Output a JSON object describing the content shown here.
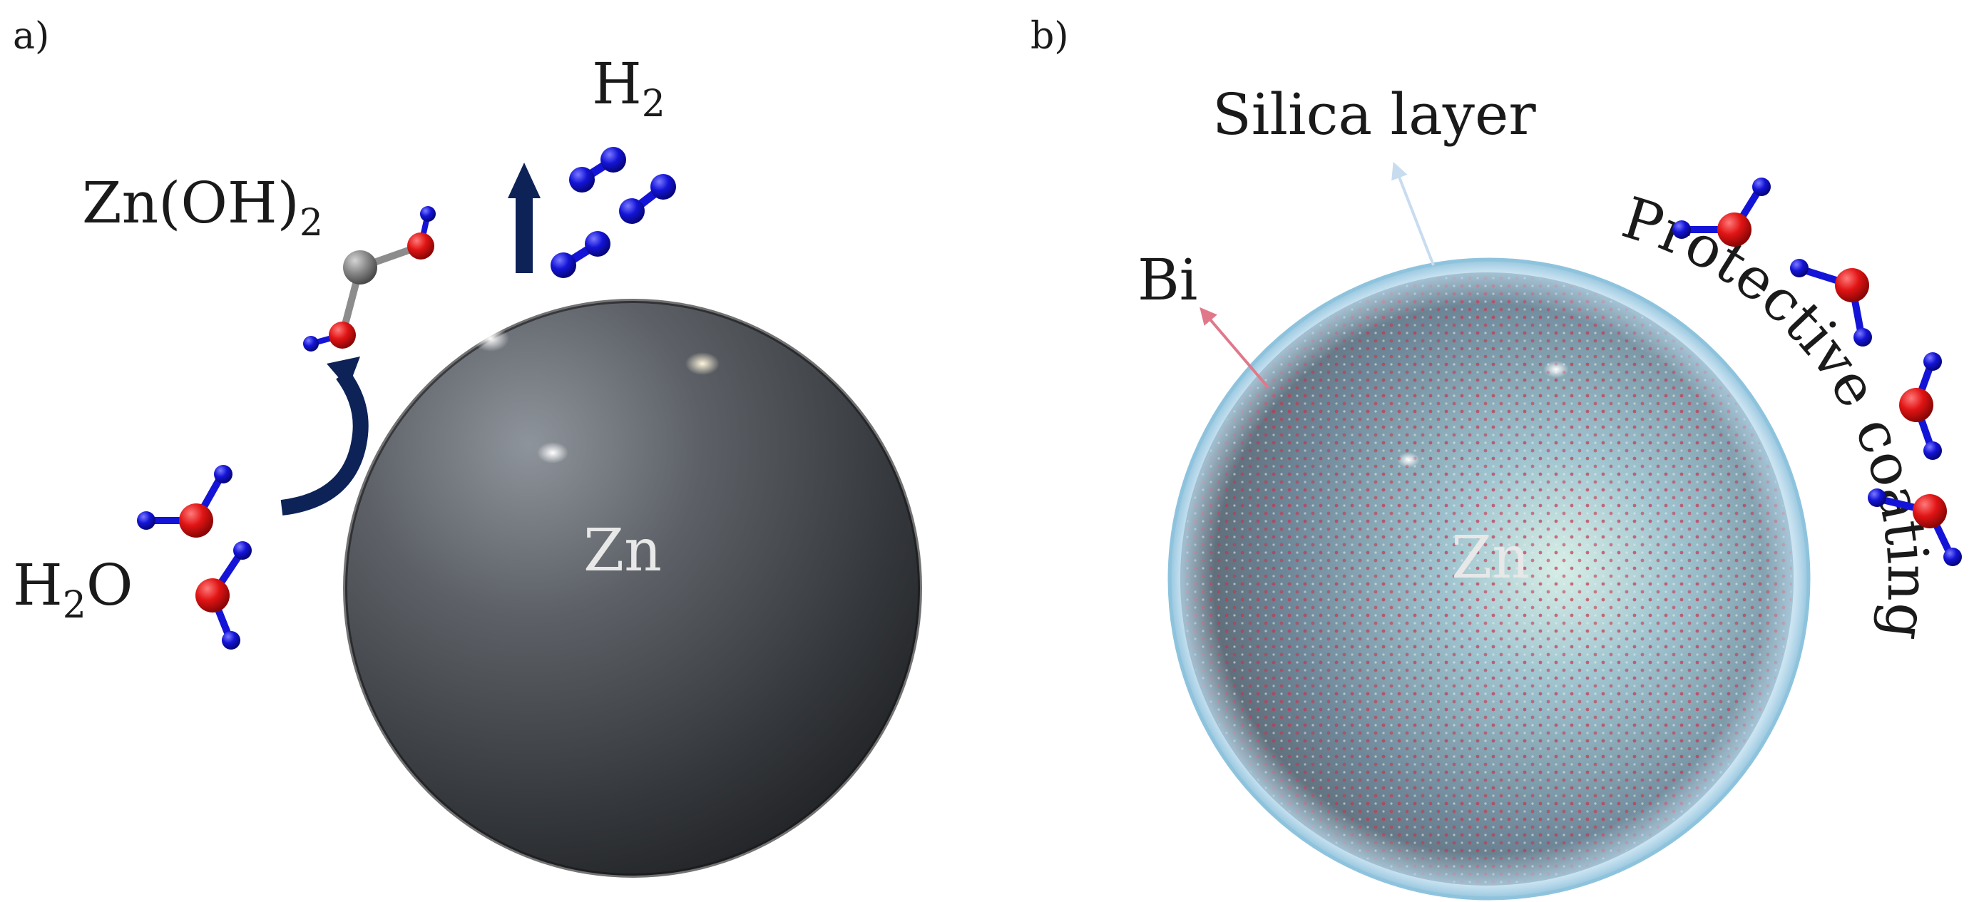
{
  "panels": {
    "a": {
      "label": "a)",
      "h2_label": "H",
      "h2_sub": "2",
      "znoh_label": "Zn(OH)",
      "znoh_sub": "2",
      "h2o_label_h": "H",
      "h2o_sub": "2",
      "h2o_label_o": "O",
      "sphere_label": "Zn"
    },
    "b": {
      "label": "b)",
      "silica_label": "Silica layer",
      "bi_label": "Bi",
      "coating_label": "Protective coating",
      "sphere_label": "Zn"
    }
  },
  "colors": {
    "oxygen": "#e11414",
    "hydrogen": "#1414d8",
    "zinc_atom": "#8c8c8c",
    "arrow": "#0d2257",
    "bi_arrow": "#e0788a",
    "silica_arrow": "#c8dcf0"
  }
}
